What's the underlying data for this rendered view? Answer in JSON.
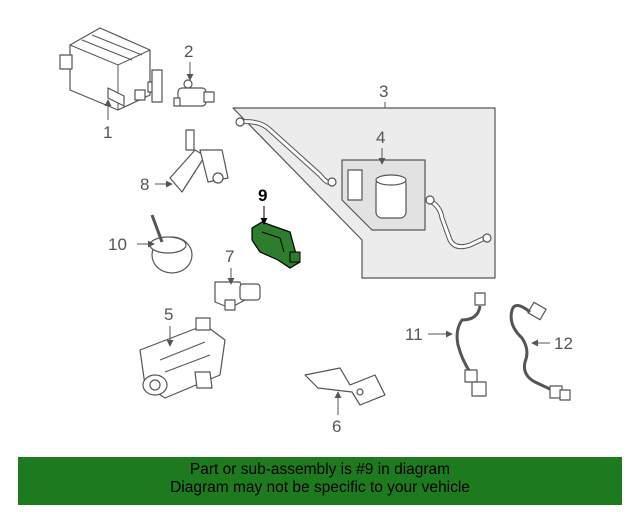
{
  "callouts": {
    "c1": "1",
    "c2": "2",
    "c3": "3",
    "c4": "4",
    "c5": "5",
    "c6": "6",
    "c7": "7",
    "c8": "8",
    "c9": "9",
    "c10": "10",
    "c11": "11",
    "c12": "12"
  },
  "highlight": {
    "callout": "9",
    "color": "#2e7d2e"
  },
  "footer": {
    "line1": "Part or sub-assembly is #9 in diagram",
    "line2": "Diagram may not be specific to your vehicle",
    "background": "#1e7a1e"
  }
}
